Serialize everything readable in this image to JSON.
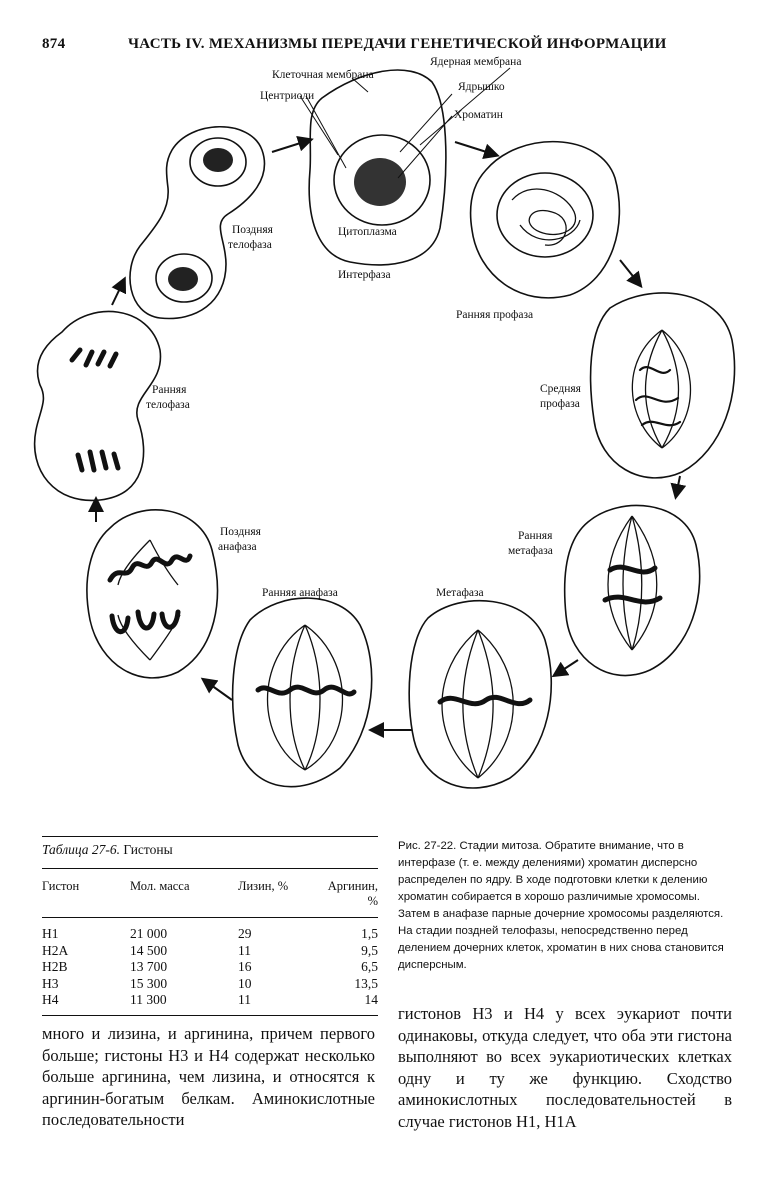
{
  "header": {
    "page_number": "874",
    "running_title": "ЧАСТЬ IV. МЕХАНИЗМЫ ПЕРЕДАЧИ ГЕНЕТИЧЕСКОЙ ИНФОРМАЦИИ"
  },
  "figure": {
    "labels": {
      "cell_membrane": "Клеточная мембрана",
      "nuclear_membrane": "Ядерная мембрана",
      "nucleolus": "Ядрышко",
      "centrioles": "Центриоли",
      "chromatin": "Хроматин",
      "cytoplasm": "Цитоплазма",
      "interphase": "Интерфаза",
      "late_telophase": [
        "Поздняя",
        "телофаза"
      ],
      "early_prophase": "Ранняя профаза",
      "middle_prophase": [
        "Средняя",
        "профаза"
      ],
      "early_telophase": [
        "Ранняя",
        "телофаза"
      ],
      "late_anaphase": [
        "Поздняя",
        "анафаза"
      ],
      "early_metaphase": [
        "Ранняя",
        "метафаза"
      ],
      "early_anaphase": "Ранняя анафаза",
      "metaphase": "Метафаза"
    },
    "caption": "Рис. 27-22. Стадии митоза. Обратите внимание, что в интерфазе (т. е. между делениями) хроматин дисперсно распределен по ядру. В ходе подготовки клетки к делению хроматин собирается в хорошо различимые хромосомы. Затем в анафазе парные дочерние хромосомы разделяются. На стадии поздней телофазы, непосредственно перед делением дочерних клеток, хроматин в них снова становится дисперсным."
  },
  "table": {
    "title_italic": "Таблица 27-6.",
    "title_rest": " Гистоны",
    "headers": [
      "Гистон",
      "Мол. масса",
      "Лизин, %",
      "Аргинин, %"
    ],
    "rows": [
      [
        "H1",
        "21 000",
        "29",
        "1,5"
      ],
      [
        "H2A",
        "14 500",
        "11",
        "9,5"
      ],
      [
        "H2B",
        "13 700",
        "16",
        "6,5"
      ],
      [
        "H3",
        "15 300",
        "10",
        "13,5"
      ],
      [
        "H4",
        "11 300",
        "11",
        "14"
      ]
    ]
  },
  "text": {
    "left_column": "много и лизина, и аргинина, причем первого больше; гистоны Н3 и Н4 содержат несколько больше аргинина, чем лизина, и относятся к аргинин-богатым белкам. Аминокислотные последовательности",
    "right_column": "гистонов Н3 и Н4 у всех эукариот почти одинаковы, откуда следует, что оба эти гистона выполняют во всех эукариотических клетках одну и ту же функцию. Сходство аминокислотных последовательностей в случае гистонов Н1, Н1А"
  }
}
